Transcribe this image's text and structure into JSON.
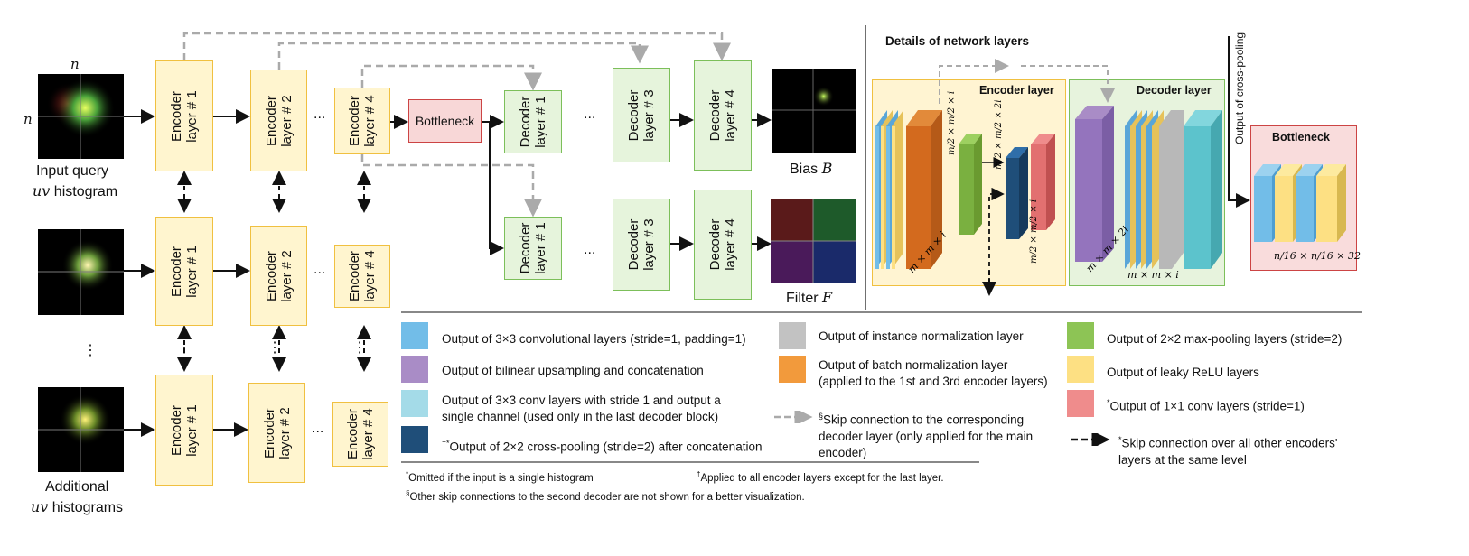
{
  "inputs": {
    "n_label": "n",
    "query_label": "Input query",
    "query_label2": "histogram",
    "additional_label": "Additional",
    "additional_label2": "histograms",
    "uv": "uv"
  },
  "encoders": {
    "e1": [
      "Encoder",
      "layer # 1"
    ],
    "e2": [
      "Encoder",
      "layer # 2"
    ],
    "e4": [
      "Encoder",
      "layer # 4"
    ]
  },
  "decoders": {
    "d1": [
      "Decoder",
      "layer # 1"
    ],
    "d3": [
      "Decoder",
      "layer # 3"
    ],
    "d4": [
      "Decoder",
      "layer # 4"
    ]
  },
  "bottleneck_label": "Bottleneck",
  "outputs": {
    "bias": "Bias",
    "bias_sym": "B",
    "filter": "Filter",
    "filter_sym": "F"
  },
  "ellipsis": "...",
  "details": {
    "title": "Details of network layers",
    "encoder_layer": "Encoder layer",
    "decoder_layer": "Decoder layer",
    "bottleneck": "Bottleneck",
    "cross_pooling_label": "Output of cross-pooling",
    "dims": {
      "enc_main": "m × m × i",
      "enc_half": "m/2 × m/2 × i",
      "enc_half2i": "m/2 × m/2 × 2i",
      "enc_out": "m/2 × m/2 × i",
      "dec_in": "m × m × 2i",
      "dec_out": "m × m × i",
      "bottleneck": "n/16 × n/16 × 32"
    }
  },
  "legend": {
    "items": [
      {
        "color": "#72bde8",
        "text": "Output of 3×3 convolutional layers (stride=1, padding=1)"
      },
      {
        "color": "#a98cc6",
        "text": "Output of bilinear upsampling and concatenation"
      },
      {
        "color": "#a4dbe8",
        "text": "Output of 3×3 conv layers with stride 1 and output a"
      },
      {
        "color": "#1f4e79",
        "text": "Output of 2×2 cross-pooling (stride=2) after concatenation",
        "prefix": "†*"
      },
      {
        "color": "#c2c2c2",
        "text": "Output of instance normalization layer"
      },
      {
        "color": "#f29a3c",
        "text": "Output of batch normalization layer"
      },
      {
        "color": "#8dc455",
        "text": "Output of 2×2 max-pooling layers (stride=2)"
      },
      {
        "color": "#fde083",
        "text": "Output of leaky ReLU layers"
      },
      {
        "color": "#ef8c8c",
        "text": "Output of 1×1 conv layers (stride=1)",
        "prefix": "*"
      }
    ],
    "conv_single_line2": "single channel (used only in the last decoder block)",
    "bn_line2": "(applied to the 1st and 3rd encoder layers)",
    "skip_text": "Skip connection to the corresponding",
    "skip_text2": "decoder layer (only applied for the main",
    "skip_text3": "encoder)",
    "skip_prefix": "§",
    "skip_all_text": "Skip connection over all other encoders'",
    "skip_all_text2": "layers at the same level",
    "skip_all_prefix": "*"
  },
  "notes": {
    "n1": "Omitted if the input is a single histogram",
    "n1_prefix": "*",
    "n2": "Applied to all encoder layers except for the last layer.",
    "n2_prefix": "†",
    "n3": "Other skip connections to the second decoder are not shown for a better visualization.",
    "n3_prefix": "§"
  }
}
